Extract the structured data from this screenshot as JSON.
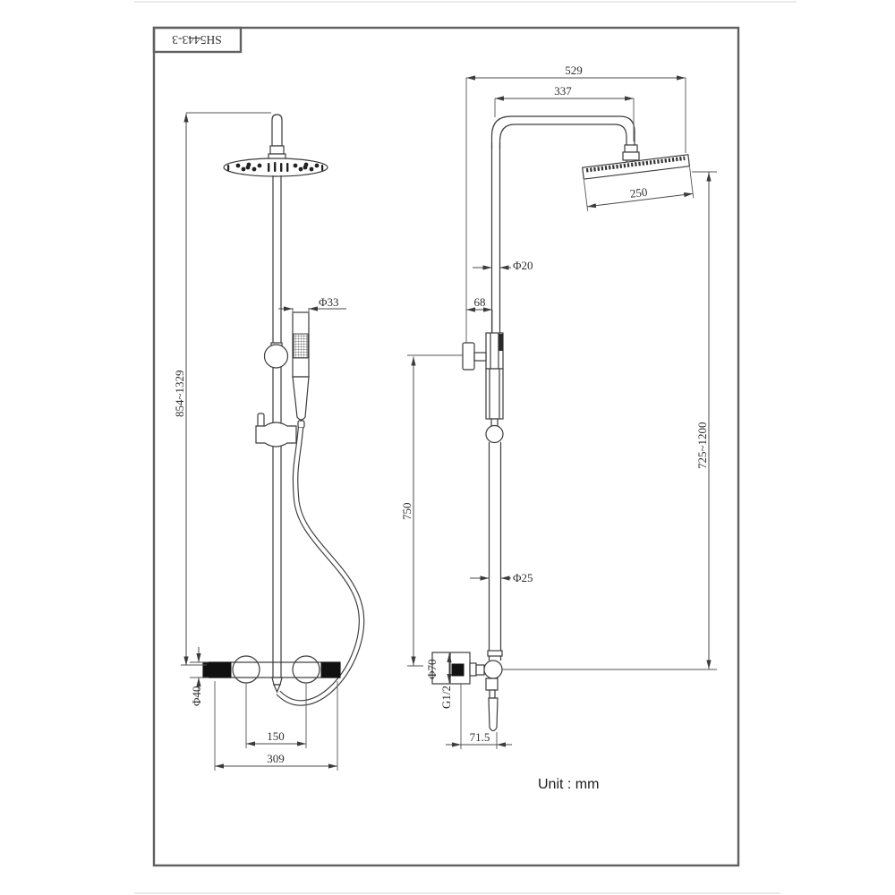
{
  "drawing": {
    "model_number": "SH5443-3",
    "unit_label": "Unit : mm",
    "front_view": {
      "height_range": "854~1329",
      "handshower_diameter": "Φ33",
      "valve_body_diameter": "Φ40",
      "inlet_spacing": "150",
      "valve_width": "309"
    },
    "side_view": {
      "overall_reach": "529",
      "arm_reach": "337",
      "head_diameter": "250",
      "upper_pipe_diameter": "Φ20",
      "wall_offset": "68",
      "adjustable_height": "725~1200",
      "slide_height": "750",
      "lower_pipe_diameter": "Φ25",
      "escutcheon_diameter": "Φ70",
      "connection_thread": "G1/2",
      "outlet_offset": "71.5"
    },
    "colors": {
      "line": "#3b3b3b",
      "dimension": "#4a4a4a",
      "frame": "#606060",
      "background": "#ffffff"
    }
  }
}
